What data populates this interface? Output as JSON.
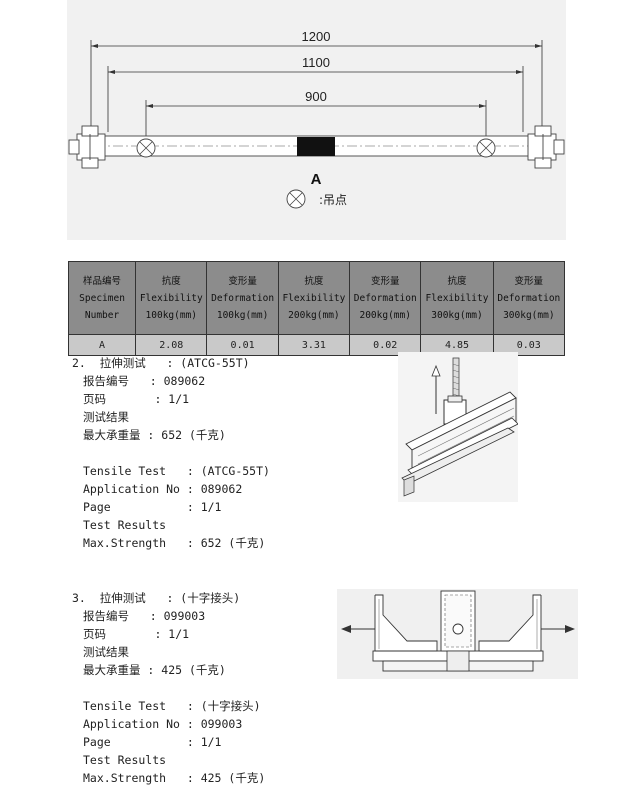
{
  "drawing": {
    "dim_outer": "1200",
    "dim_middle": "1100",
    "dim_inner": "900",
    "marker_label": "A",
    "legend_label": ":吊点"
  },
  "table": {
    "header": [
      [
        "样品编号",
        "Specimen",
        "Number"
      ],
      [
        "抗度",
        "Flexibility",
        "100kg(mm)"
      ],
      [
        "变形量",
        "Deformation",
        "100kg(mm)"
      ],
      [
        "抗度",
        "Flexibility",
        "200kg(mm)"
      ],
      [
        "变形量",
        "Deformation",
        "200kg(mm)"
      ],
      [
        "抗度",
        "Flexibility",
        "300kg(mm)"
      ],
      [
        "变形量",
        "Deformation",
        "300kg(mm)"
      ]
    ],
    "row": [
      "A",
      "2.08",
      "0.01",
      "3.31",
      "0.02",
      "4.85",
      "0.03"
    ]
  },
  "test2": {
    "title": "2.  拉伸测试   : (ATCG-55T)",
    "lines": [
      "报告编号   : 089062",
      "页码       : 1/1",
      "测试结果",
      "最大承重量 : 652 (千克)",
      "",
      "Tensile Test   : (ATCG-55T)",
      "Application No : 089062",
      "Page           : 1/1",
      "Test Results",
      "Max.Strength   : 652 (千克)"
    ]
  },
  "test3": {
    "title": "3.  拉伸测试   : (十字接头)",
    "lines": [
      "报告编号   : 099003",
      "页码       : 1/1",
      "测试结果",
      "最大承重量 : 425 (千克)",
      "",
      "Tensile Test   : (十字接头)",
      "Application No : 099003",
      "Page           : 1/1",
      "Test Results",
      "Max.Strength   : 425 (千克)"
    ]
  }
}
